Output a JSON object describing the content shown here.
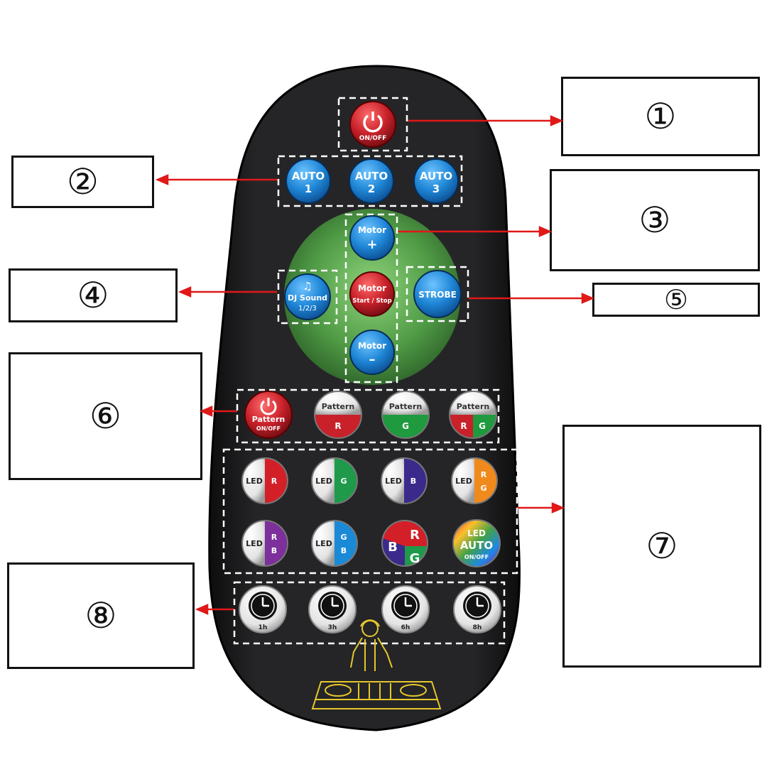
{
  "callouts": [
    {
      "id": "1",
      "label": "①"
    },
    {
      "id": "2",
      "label": "②"
    },
    {
      "id": "3",
      "label": "③"
    },
    {
      "id": "4",
      "label": "④"
    },
    {
      "id": "5",
      "label": "⑤"
    },
    {
      "id": "6",
      "label": "⑥"
    },
    {
      "id": "7",
      "label": "⑦"
    },
    {
      "id": "8",
      "label": "⑧"
    }
  ],
  "buttons": {
    "power": {
      "sub": "ON/OFF"
    },
    "auto": [
      {
        "top": "AUTO",
        "bottom": "1"
      },
      {
        "top": "AUTO",
        "bottom": "2"
      },
      {
        "top": "AUTO",
        "bottom": "3"
      }
    ],
    "motor_plus": {
      "top": "Motor",
      "bottom": "+"
    },
    "motor_start": {
      "top": "Motor",
      "bottom": "Start / Stop"
    },
    "motor_minus": {
      "top": "Motor",
      "bottom": "–"
    },
    "dj_sound": {
      "top": "DJ Sound",
      "bottom": "1/2/3"
    },
    "strobe": {
      "label": "STROBE"
    },
    "pattern_power": {
      "top": "Pattern",
      "bottom": "ON/OFF"
    },
    "patterns": [
      {
        "top": "Pattern",
        "a": "R"
      },
      {
        "top": "Pattern",
        "a": "G"
      },
      {
        "top": "Pattern",
        "a": "R",
        "b": "G"
      }
    ],
    "led_row1": [
      {
        "left": "LED",
        "right": "R"
      },
      {
        "left": "LED",
        "right": "G"
      },
      {
        "left": "LED",
        "right": "B"
      },
      {
        "left": "LED",
        "right_top": "R",
        "right_bottom": "G"
      }
    ],
    "led_row2": [
      {
        "left": "LED",
        "right_top": "R",
        "right_bottom": "B"
      },
      {
        "left": "LED",
        "right_top": "G",
        "right_bottom": "B"
      },
      {
        "r": "R",
        "b": "B",
        "g": "G"
      },
      {
        "l1": "LED",
        "l2": "AUTO",
        "l3": "ON/OFF"
      }
    ],
    "timers": [
      "1h",
      "3h",
      "6h",
      "8h"
    ]
  },
  "colors": {
    "remote": "#1e1e20",
    "green_pad": "#4f9a45",
    "blue_button": "#1f86d6",
    "red_button": "#c8212a",
    "arrow": "#e01818",
    "logo": "#e6c72c"
  }
}
